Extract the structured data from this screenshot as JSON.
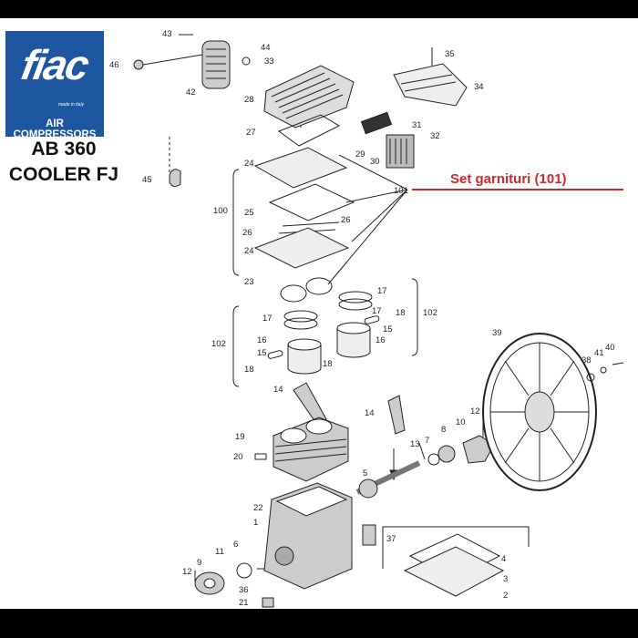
{
  "brand": {
    "logo_text": "fiac",
    "tagline": "made in italy",
    "subtitle": "AIR COMPRESSORS",
    "color": "#1e56a0"
  },
  "model": {
    "line1": "AB 360",
    "line2": "COOLER FJ"
  },
  "highlight": {
    "label": "Set garnituri (101)",
    "color": "#d6262a"
  },
  "part_numbers": [
    "43",
    "44",
    "46",
    "33",
    "42",
    "35",
    "34",
    "28",
    "27",
    "29",
    "30",
    "31",
    "32",
    "45",
    "24",
    "101",
    "100",
    "25",
    "26",
    "26",
    "24",
    "23",
    "17",
    "17",
    "18",
    "102",
    "17",
    "15",
    "16",
    "16",
    "102",
    "15",
    "18",
    "18",
    "14",
    "14",
    "39",
    "38",
    "41",
    "40",
    "19",
    "13",
    "7",
    "8",
    "10",
    "12",
    "20",
    "5",
    "22",
    "1",
    "37",
    "11",
    "6",
    "9",
    "12",
    "36",
    "21",
    "4",
    "3",
    "2"
  ]
}
